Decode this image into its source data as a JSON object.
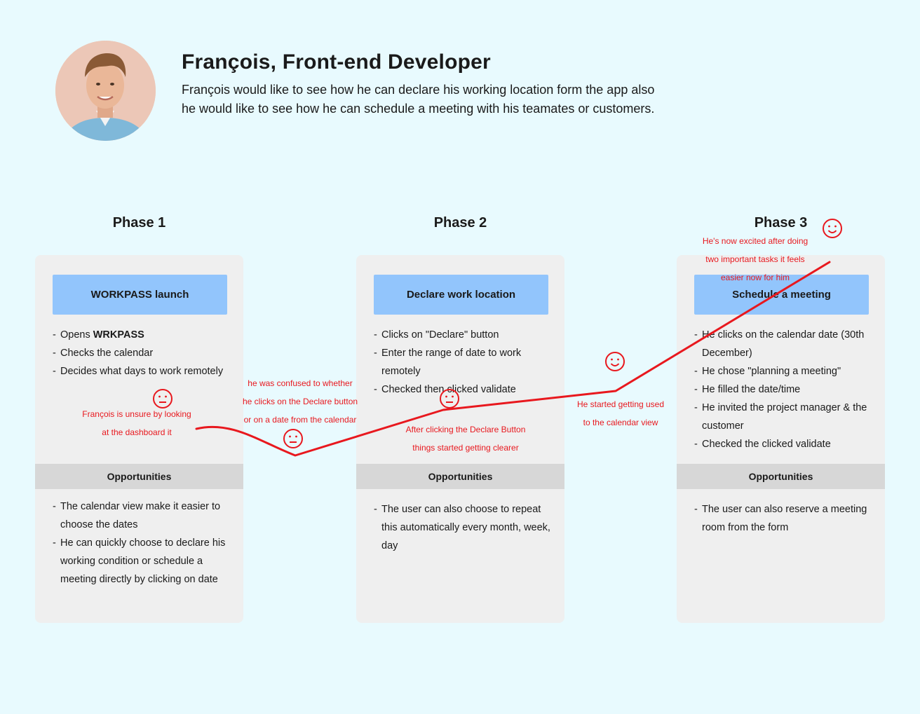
{
  "persona": {
    "name": "François, Front-end Developer",
    "description": "François would like to see how he can declare his working location form the app also\nhe would like to see how he can schedule a meeting with his teamates or customers."
  },
  "phases": [
    {
      "title": "Phase 1",
      "card_title": "WORKPASS launch",
      "steps": [
        "Opens ",
        "Checks the calendar",
        "Decides what days to work remotely"
      ],
      "steps_bold_suffix": "WRKPASS",
      "opportunities_label": "Opportunities",
      "opportunities": [
        "The calendar view make it easier to choose the dates",
        "He can quickly choose to declare his working condition or schedule a meeting directly by clicking on date"
      ]
    },
    {
      "title": "Phase 2",
      "card_title": "Declare work location",
      "steps": [
        "Clicks on \"Declare\" button",
        "Enter the range of date to work remotely",
        "Checked then clicked validate"
      ],
      "opportunities_label": "Opportunities",
      "opportunities": [
        "The user can also choose to repeat this automatically every month, week, day"
      ]
    },
    {
      "title": "Phase 3",
      "card_title": "Schedule  a meeting",
      "steps": [
        "He clicks on the calendar date (30th December)",
        "He chose \"planning a meeting\"",
        "He filled the date/time",
        "He invited the project manager & the customer",
        "Checked the clicked validate"
      ],
      "opportunities_label": "Opportunities",
      "opportunities": [
        "The user can also reserve a meeting room from the form"
      ]
    }
  ],
  "annotations": {
    "unsure": "François is unsure by looking\nat the dashboard it",
    "confused": "he was confused to whether\nhe clicks on the Declare button\nor on a date from the calendar",
    "clearer": "After clicking the Declare Button\nthings started getting clearer",
    "used": "He started getting used\nto the calendar view",
    "excited": "He's now excited after doing\ntwo important tasks it feels\neasier now for him"
  },
  "emotion_icons": [
    "neutral-face-icon",
    "neutral-face-icon",
    "neutral-face-icon",
    "smile-face-icon",
    "smile-face-icon"
  ],
  "colors": {
    "background": "#e8fafe",
    "card": "#efefef",
    "card_header": "#92c5fc",
    "opportunities_bar": "#d7d7d7",
    "journey_line": "#e8181e"
  }
}
